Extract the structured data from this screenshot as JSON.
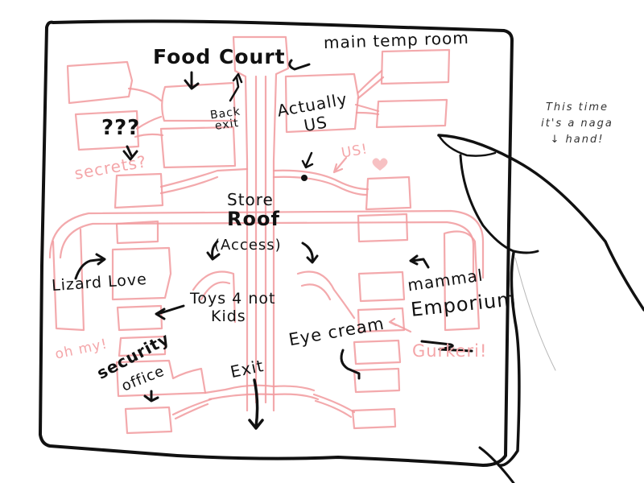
{
  "scene": {
    "description": "Hand-drawn mall map held by a naga hand",
    "colors": {
      "ink": "#111111",
      "map_lines": "#f19a9e",
      "paper": "#ffffff"
    }
  },
  "map": {
    "labels": {
      "food_court": "Food Court",
      "main_temp_room": "main temp room",
      "back_exit": "Back exit",
      "question_marks": "???",
      "actually_us": "Actually US",
      "store_roof_access_line1": "Store",
      "store_roof_access_line2": "Roof",
      "store_roof_access_line3": "(Access)",
      "lizard_love": "Lizard Love",
      "toys_not_kids_line1": "Toys 4 not",
      "toys_not_kids_line2": "Kids",
      "mammal_emporium_line1": "mammal",
      "mammal_emporium_line2": "Emporium",
      "security_office_line1": "security",
      "security_office_line2": "office",
      "exit": "Exit",
      "eye_cream": "Eye cream"
    },
    "pink_annotations": {
      "secrets": "secrets?",
      "us": "US!",
      "oh_my": "oh my!",
      "gurkeri": "Gurkeri!"
    }
  },
  "side_note": {
    "line1": "This time",
    "line2": "it's a naga",
    "line3": "hand!"
  }
}
